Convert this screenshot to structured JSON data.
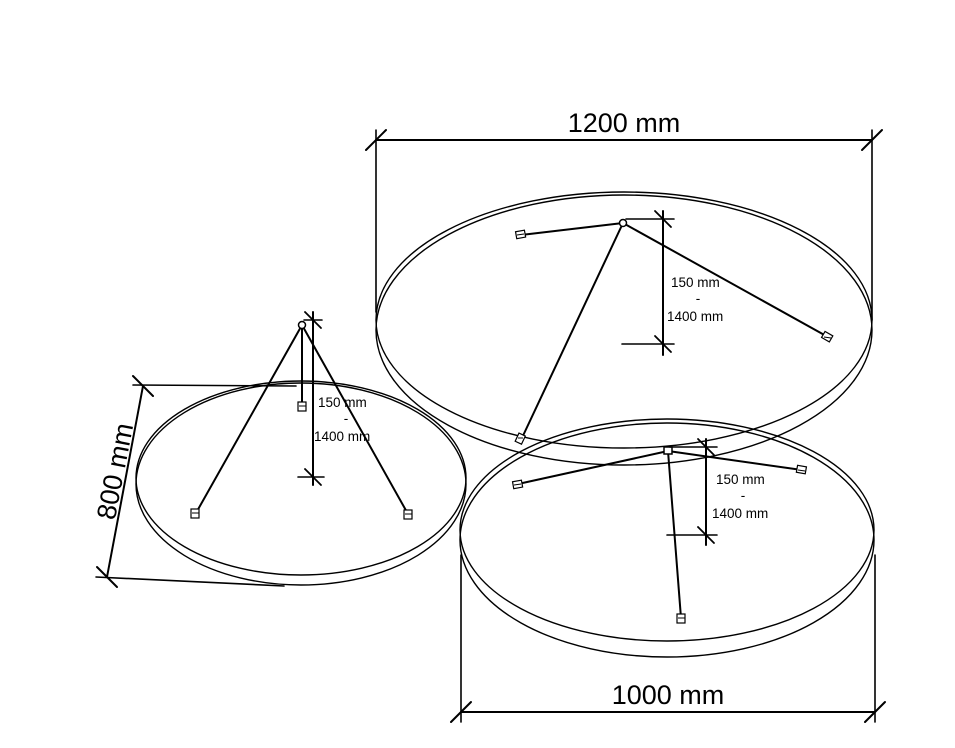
{
  "panels": [
    {
      "id": "large",
      "dimension_label": "1200 mm",
      "height_range": {
        "min": "150 mm",
        "separator": "-",
        "max": "1400 mm"
      }
    },
    {
      "id": "medium",
      "dimension_label": "1000 mm",
      "height_range": {
        "min": "150 mm",
        "separator": "-",
        "max": "1400 mm"
      }
    },
    {
      "id": "small",
      "dimension_label": "800 mm",
      "height_range": {
        "min": "150 mm",
        "separator": "-",
        "max": "1400 mm"
      }
    }
  ],
  "colors": {
    "line": "#000000",
    "fill": "#ffffff"
  }
}
